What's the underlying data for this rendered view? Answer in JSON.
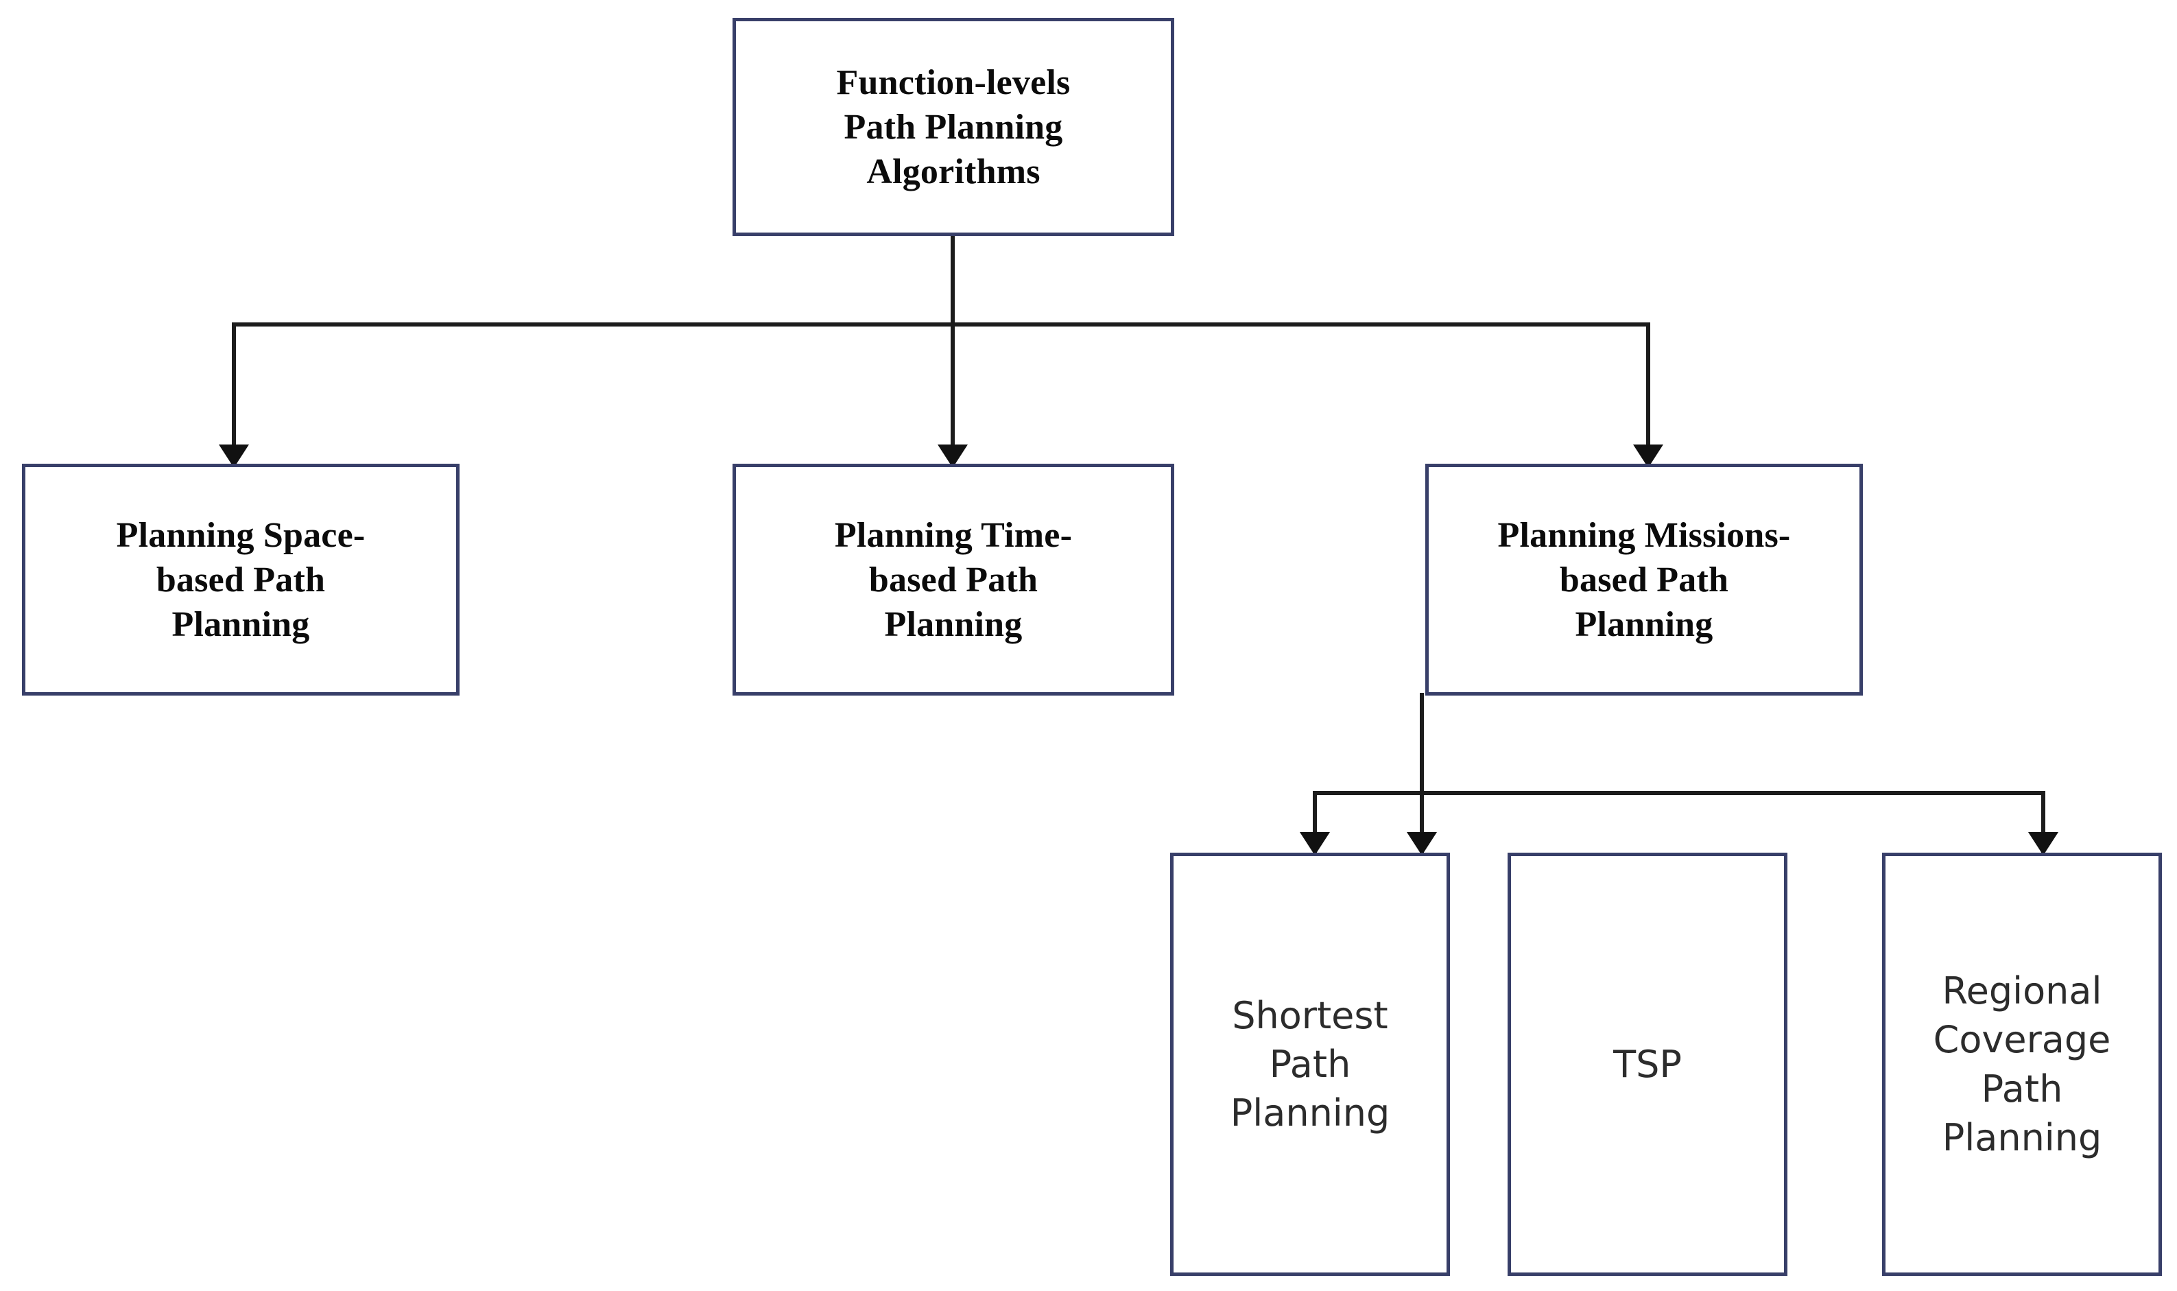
{
  "diagram": {
    "title_node": {
      "label": "Function-levels\nPath Planning\nAlgorithms"
    },
    "level2": [
      {
        "label": "Planning Space-\nbased Path\nPlanning"
      },
      {
        "label": "Planning Time-\nbased Path\nPlanning"
      },
      {
        "label": "Planning Missions-\nbased Path\nPlanning"
      }
    ],
    "level3": [
      {
        "label": "Shortest\nPath\nPlanning"
      },
      {
        "label": "TSP"
      },
      {
        "label": "Regional\nCoverage\nPath\nPlanning"
      }
    ],
    "colors": {
      "box_border": "#383f69",
      "connector": "#1c1c1c",
      "background": "#ffffff",
      "serif_text": "#0b0b0b",
      "sans_text": "#2c2c2c"
    }
  }
}
